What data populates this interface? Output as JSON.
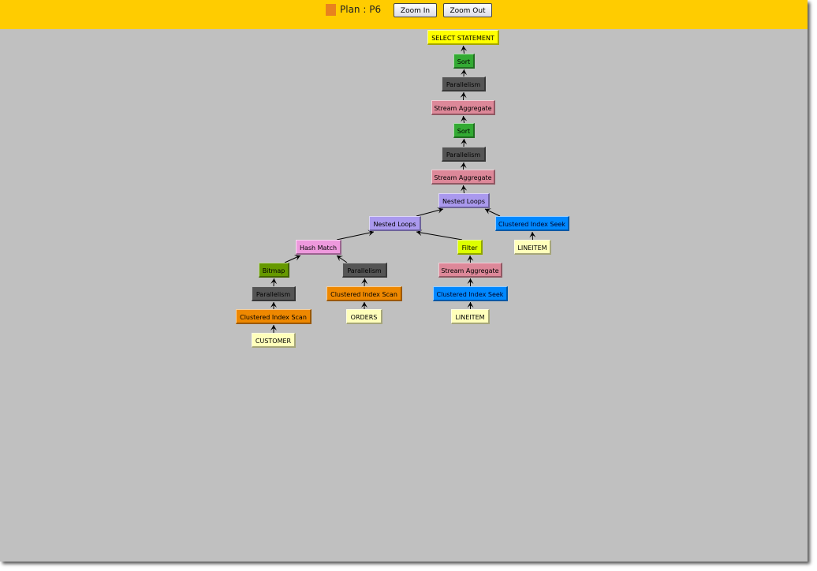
{
  "header": {
    "title": "Plan : P6",
    "swatch_color": "#e8821e",
    "zoom_in": "Zoom In",
    "zoom_out": "Zoom Out"
  },
  "colors": {
    "bar": "#ffcc00",
    "canvas": "#c0c0c0"
  },
  "nodes": [
    {
      "id": "n0",
      "label": "SELECT STATEMENT",
      "color": "#ffff00",
      "text": "#000"
    },
    {
      "id": "n1",
      "label": "Sort",
      "color": "#33aa33",
      "text": "#000"
    },
    {
      "id": "n2",
      "label": "Parallelism",
      "color": "#555555",
      "text": "#000"
    },
    {
      "id": "n3",
      "label": "Stream Aggregate",
      "color": "#dd8899",
      "text": "#000"
    },
    {
      "id": "n4",
      "label": "Sort",
      "color": "#33aa33",
      "text": "#000"
    },
    {
      "id": "n5",
      "label": "Parallelism",
      "color": "#555555",
      "text": "#000"
    },
    {
      "id": "n6",
      "label": "Stream Aggregate",
      "color": "#dd8899",
      "text": "#000"
    },
    {
      "id": "n7",
      "label": "Nested Loops",
      "color": "#aa99ee",
      "text": "#000"
    },
    {
      "id": "n8",
      "label": "Nested Loops",
      "color": "#aa99ee",
      "text": "#000"
    },
    {
      "id": "n9",
      "label": "Clustered Index Seek",
      "color": "#0088ff",
      "text": "#002"
    },
    {
      "id": "n10",
      "label": "LINEITEM",
      "color": "#ffffbb",
      "text": "#000"
    },
    {
      "id": "n11",
      "label": "Hash Match",
      "color": "#ee99dd",
      "text": "#000"
    },
    {
      "id": "n12",
      "label": "Filter",
      "color": "#ddff00",
      "text": "#000"
    },
    {
      "id": "n13",
      "label": "Bitmap",
      "color": "#669900",
      "text": "#000"
    },
    {
      "id": "n14",
      "label": "Parallelism",
      "color": "#555555",
      "text": "#000"
    },
    {
      "id": "n15",
      "label": "Stream Aggregate",
      "color": "#dd8899",
      "text": "#000"
    },
    {
      "id": "n16",
      "label": "Parallelism",
      "color": "#555555",
      "text": "#000"
    },
    {
      "id": "n17",
      "label": "Clustered Index Scan",
      "color": "#ee8800",
      "text": "#000"
    },
    {
      "id": "n18",
      "label": "Clustered Index Seek",
      "color": "#0088ff",
      "text": "#002"
    },
    {
      "id": "n19",
      "label": "Clustered Index Scan",
      "color": "#ee8800",
      "text": "#000"
    },
    {
      "id": "n20",
      "label": "ORDERS",
      "color": "#ffffbb",
      "text": "#000"
    },
    {
      "id": "n21",
      "label": "LINEITEM",
      "color": "#ffffbb",
      "text": "#000"
    },
    {
      "id": "n22",
      "label": "CUSTOMER",
      "color": "#ffffbb",
      "text": "#000"
    }
  ],
  "edges": [
    [
      "n1",
      "n0"
    ],
    [
      "n2",
      "n1"
    ],
    [
      "n3",
      "n2"
    ],
    [
      "n4",
      "n3"
    ],
    [
      "n5",
      "n4"
    ],
    [
      "n6",
      "n5"
    ],
    [
      "n7",
      "n6"
    ],
    [
      "n8",
      "n7"
    ],
    [
      "n9",
      "n7"
    ],
    [
      "n10",
      "n9"
    ],
    [
      "n11",
      "n8"
    ],
    [
      "n12",
      "n8"
    ],
    [
      "n13",
      "n11"
    ],
    [
      "n14",
      "n11"
    ],
    [
      "n15",
      "n12"
    ],
    [
      "n16",
      "n13"
    ],
    [
      "n17",
      "n14"
    ],
    [
      "n18",
      "n15"
    ],
    [
      "n19",
      "n16"
    ],
    [
      "n20",
      "n17"
    ],
    [
      "n21",
      "n18"
    ],
    [
      "n22",
      "n19"
    ]
  ]
}
